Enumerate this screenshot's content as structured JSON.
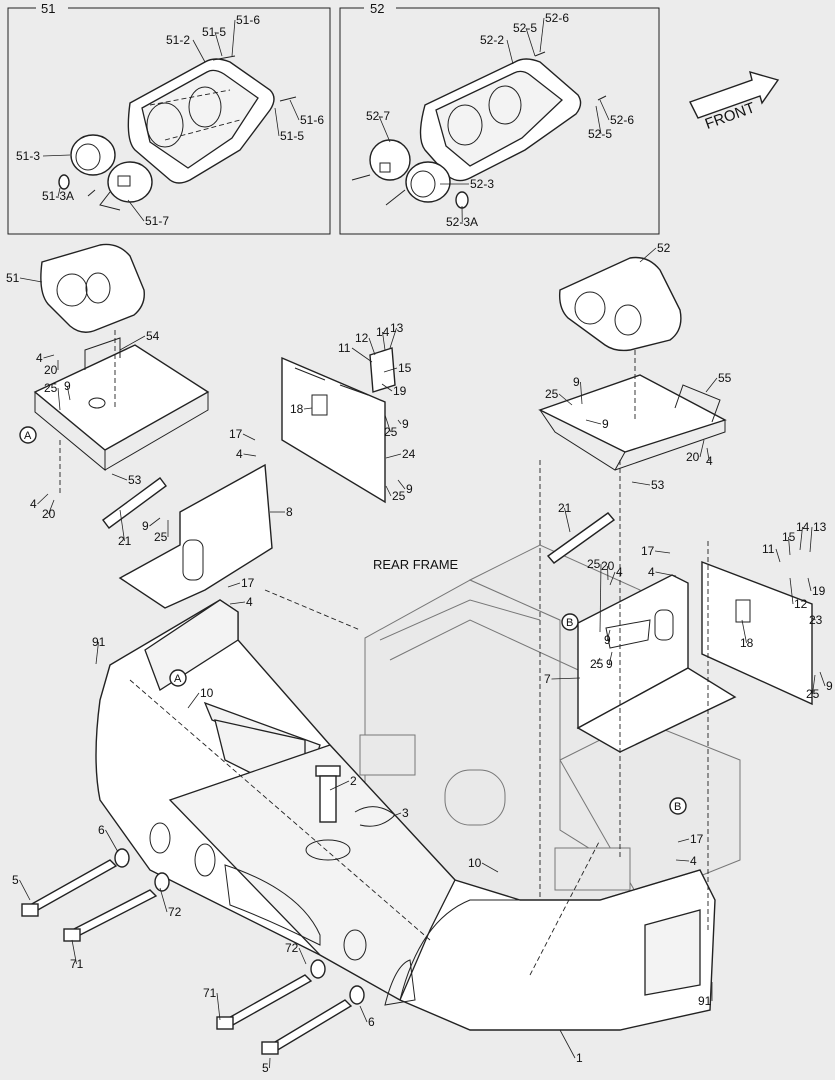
{
  "boxes": [
    {
      "title": "51"
    },
    {
      "title": "52"
    }
  ],
  "center_text": "REAR FRAME",
  "front_label": "FRONT",
  "callout_letters": [
    "A",
    "B"
  ],
  "part_labels": [
    {
      "text": "51-6"
    },
    {
      "text": "51-2"
    },
    {
      "text": "51-5"
    },
    {
      "text": "51-6"
    },
    {
      "text": "51-5"
    },
    {
      "text": "51-3"
    },
    {
      "text": "51-3A"
    },
    {
      "text": "51-7"
    },
    {
      "text": "52-6"
    },
    {
      "text": "52-5"
    },
    {
      "text": "52-2"
    },
    {
      "text": "52-7"
    },
    {
      "text": "52-6"
    },
    {
      "text": "52-5"
    },
    {
      "text": "52-3"
    },
    {
      "text": "52-3A"
    },
    {
      "text": "51"
    },
    {
      "text": "54"
    },
    {
      "text": "4"
    },
    {
      "text": "20"
    },
    {
      "text": "25"
    },
    {
      "text": "9"
    },
    {
      "text": "53"
    },
    {
      "text": "4"
    },
    {
      "text": "20"
    },
    {
      "text": "21"
    },
    {
      "text": "9"
    },
    {
      "text": "25"
    },
    {
      "text": "17"
    },
    {
      "text": "4"
    },
    {
      "text": "8"
    },
    {
      "text": "11"
    },
    {
      "text": "12"
    },
    {
      "text": "14"
    },
    {
      "text": "13"
    },
    {
      "text": "15"
    },
    {
      "text": "19"
    },
    {
      "text": "18"
    },
    {
      "text": "25"
    },
    {
      "text": "9"
    },
    {
      "text": "24"
    },
    {
      "text": "9"
    },
    {
      "text": "25"
    },
    {
      "text": "52"
    },
    {
      "text": "55"
    },
    {
      "text": "25"
    },
    {
      "text": "9"
    },
    {
      "text": "9"
    },
    {
      "text": "20"
    },
    {
      "text": "4"
    },
    {
      "text": "53"
    },
    {
      "text": "21"
    },
    {
      "text": "17"
    },
    {
      "text": "4"
    },
    {
      "text": "20"
    },
    {
      "text": "4"
    },
    {
      "text": "25"
    },
    {
      "text": "9"
    },
    {
      "text": "11"
    },
    {
      "text": "15"
    },
    {
      "text": "14"
    },
    {
      "text": "13"
    },
    {
      "text": "19"
    },
    {
      "text": "12"
    },
    {
      "text": "23"
    },
    {
      "text": "18"
    },
    {
      "text": "25"
    },
    {
      "text": "9"
    },
    {
      "text": "7"
    },
    {
      "text": "9"
    },
    {
      "text": "25"
    },
    {
      "text": "17"
    },
    {
      "text": "4"
    },
    {
      "text": "91"
    },
    {
      "text": "10"
    },
    {
      "text": "2"
    },
    {
      "text": "3"
    },
    {
      "text": "6"
    },
    {
      "text": "5"
    },
    {
      "text": "72"
    },
    {
      "text": "71"
    },
    {
      "text": "10"
    },
    {
      "text": "17"
    },
    {
      "text": "4"
    },
    {
      "text": "72"
    },
    {
      "text": "71"
    },
    {
      "text": "6"
    },
    {
      "text": "5"
    },
    {
      "text": "1"
    },
    {
      "text": "91"
    }
  ]
}
